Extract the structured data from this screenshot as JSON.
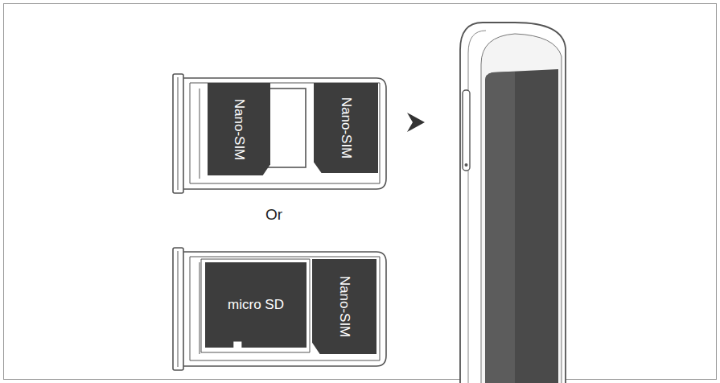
{
  "diagram": {
    "nodes": [
      {
        "text": [
          "Nano-SIM"
        ]
      },
      {
        "text": [
          "Nano-SIM"
        ]
      },
      {
        "text": [
          "micro SD"
        ]
      },
      {
        "text": [
          "Nano-SIM"
        ]
      }
    ],
    "labels": [
      "Or"
    ]
  }
}
